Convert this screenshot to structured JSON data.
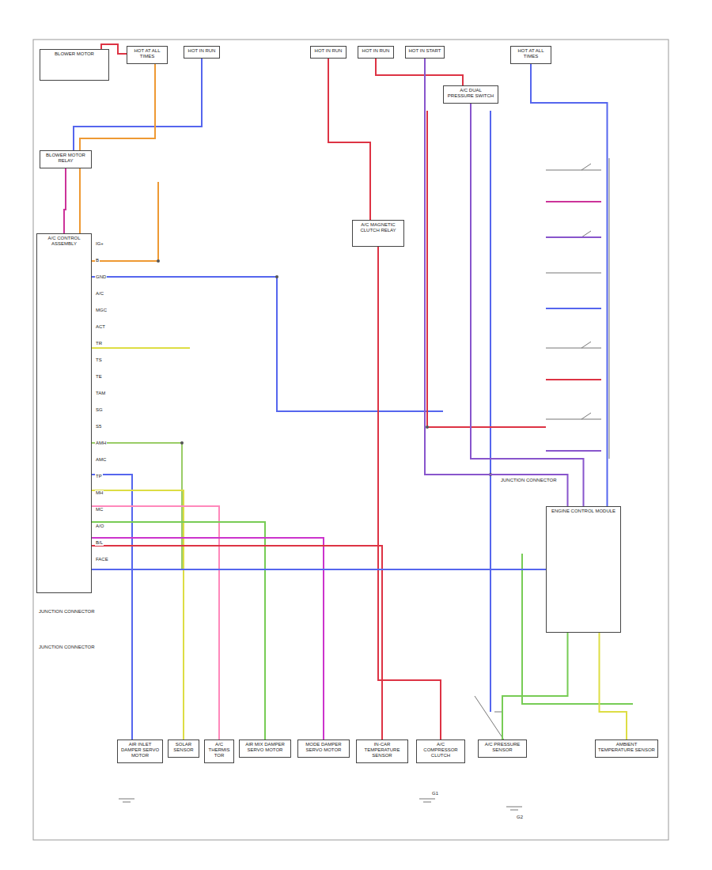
{
  "diagram": {
    "nodes": [
      {
        "text": [
          "BLOWER MOTOR"
        ]
      },
      {
        "text": [
          "HOT AT ALL TIMES"
        ]
      },
      {
        "text": [
          "HOT IN RUN"
        ]
      },
      {
        "text": [
          "BLOWER MOTOR RELAY"
        ]
      },
      {
        "text": [
          "A/C CONTROL ASSEMBLY"
        ]
      },
      {
        "text": [
          "A/C MAGNETIC CLUTCH RELAY"
        ]
      },
      {
        "text": [
          "HOT IN RUN"
        ]
      },
      {
        "text": [
          "HOT IN RUN"
        ]
      },
      {
        "text": [
          "HOT IN START"
        ]
      },
      {
        "text": [
          "HOT AT ALL TIMES"
        ]
      },
      {
        "text": [
          "ENGINE CONTROL MODULE"
        ]
      },
      {
        "text": [
          "A/C DUAL PRESSURE SWITCH"
        ]
      },
      {
        "text": [
          "AIR INLET DAMPER SERVO MOTOR"
        ]
      },
      {
        "text": [
          "SOLAR SENSOR"
        ]
      },
      {
        "text": [
          "A/C THERMISTOR"
        ]
      },
      {
        "text": [
          "AIR MIX DAMPER SERVO MOTOR"
        ]
      },
      {
        "text": [
          "MODE DAMPER SERVO MOTOR"
        ]
      },
      {
        "text": [
          "IN-CAR TEMPERATURE SENSOR"
        ]
      },
      {
        "text": [
          "A/C COMPRESSOR CLUTCH"
        ]
      },
      {
        "text": [
          "A/C PRESSURE SENSOR"
        ]
      },
      {
        "text": [
          "AMBIENT TEMPERATURE SENSOR"
        ]
      }
    ],
    "edges": [
      {
        "from": 1,
        "to": 0,
        "arrow": "none"
      },
      {
        "from": 2,
        "to": 3,
        "arrow": "none"
      },
      {
        "from": 3,
        "to": 4,
        "arrow": "none"
      },
      {
        "from": 1,
        "to": 4,
        "arrow": "none"
      },
      {
        "from": 6,
        "to": 5,
        "arrow": "none"
      },
      {
        "from": 7,
        "to": 11,
        "arrow": "none"
      },
      {
        "from": 8,
        "to": 10,
        "arrow": "none"
      },
      {
        "from": 9,
        "to": 10,
        "arrow": "none"
      },
      {
        "from": 5,
        "to": 18,
        "arrow": "none"
      },
      {
        "from": 4,
        "to": 12,
        "arrow": "none"
      },
      {
        "from": 4,
        "to": 13,
        "arrow": "none"
      },
      {
        "from": 4,
        "to": 14,
        "arrow": "none"
      },
      {
        "from": 4,
        "to": 15,
        "arrow": "none"
      },
      {
        "from": 4,
        "to": 16,
        "arrow": "none"
      },
      {
        "from": 4,
        "to": 17,
        "arrow": "none"
      },
      {
        "from": 11,
        "to": 10,
        "arrow": "none"
      },
      {
        "from": 10,
        "to": 19,
        "arrow": "none"
      },
      {
        "from": 10,
        "to": 20,
        "arrow": "none"
      },
      {
        "from": 4,
        "to": 10,
        "arrow": "none"
      }
    ],
    "labels": [
      "IG+",
      "B",
      "GND",
      "A/C",
      "MGC",
      "ACT",
      "TR",
      "TS",
      "TE",
      "TAM",
      "SG",
      "S5",
      "AMH",
      "AMC",
      "TP",
      "MH",
      "MC",
      "A/O",
      "B/L",
      "FACE",
      "JUNCTION CONNECTOR",
      "JUNCTION CONNECTOR",
      "JUNCTION CONNECTOR",
      "G1",
      "G2"
    ]
  }
}
